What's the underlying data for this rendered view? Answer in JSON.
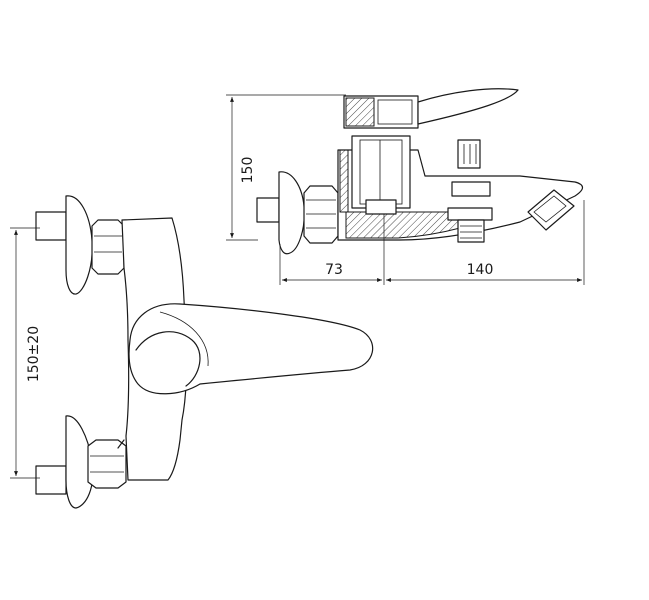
{
  "dimensions": {
    "height_top": "150",
    "left_section": "73",
    "right_section": "140",
    "center_distance": "150±20"
  }
}
